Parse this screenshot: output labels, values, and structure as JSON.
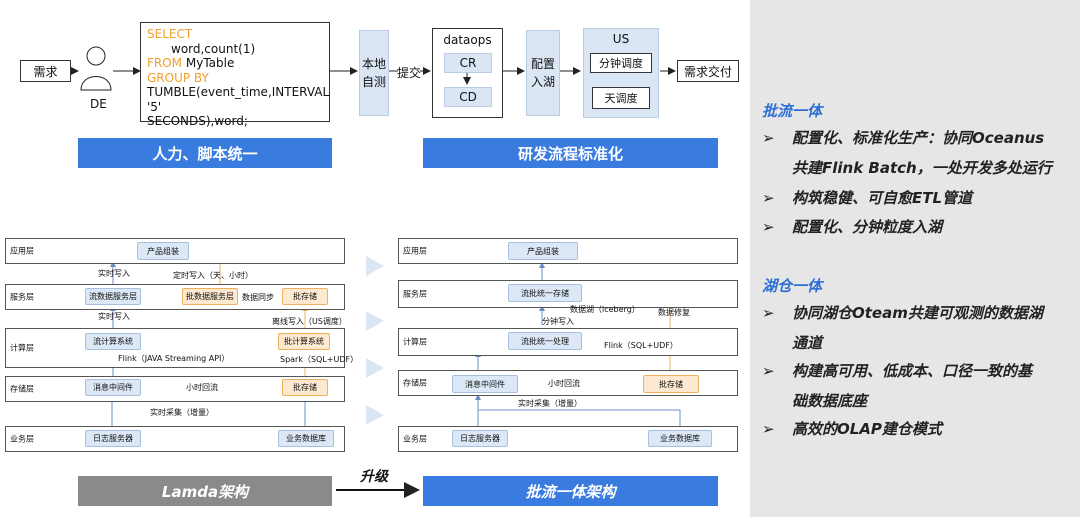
{
  "flow": {
    "demand": "需求",
    "de": "DE",
    "sql": {
      "select": "SELECT",
      "cols": "word,count(1)",
      "from_kw": "FROM",
      "table": " MyTable",
      "group_kw": "GROUP BY",
      "tumble": "TUMBLE(event_time,INTERVAL '5'",
      "seconds": "SECONDS),word;"
    },
    "local_test": "本地\n自测",
    "submit": "提交",
    "dataops": "dataops",
    "cr": "CR",
    "cd": "CD",
    "config_lake": "配置\n入湖",
    "us": "US",
    "minute_sched": "分钟调度",
    "day_sched": "天调度",
    "deliver": "需求交付"
  },
  "banners": {
    "manpower": "人力、脚本统一",
    "rd_process": "研发流程标准化",
    "lambda": "Lamda架构",
    "unified": "批流一体架构",
    "upgrade": "升级"
  },
  "left_arch": {
    "layers": [
      "应用层",
      "服务层",
      "计算层",
      "存储层",
      "业务层"
    ],
    "product": "产品组装",
    "realtime_write": "实时写入",
    "scheduled_write": "定时写入（天、小时）",
    "stream_service": "流数据服务层",
    "batch_service": "批数据服务层",
    "data_sync": "数据同步",
    "batch_store": "批存储",
    "realtime_write2": "实时写入",
    "offline_write": "离线写入（US调度）",
    "stream_compute": "流计算系统",
    "batch_compute": "批计算系统",
    "flink": "Flink（JAVA Streaming API）",
    "spark": "Spark（SQL+UDF）",
    "mq": "消息中间件",
    "hour_backflow": "小时回流",
    "batch_store2": "批存储",
    "realtime_collect": "实时采集（增量）",
    "log_server": "日志服务器",
    "biz_db": "业务数据库"
  },
  "right_arch": {
    "layers": [
      "应用层",
      "服务层",
      "计算层",
      "存储层",
      "业务层"
    ],
    "product": "产品组装",
    "unified_store": "流批统一存储",
    "lake": "数据湖（iceberg）",
    "data_repair": "数据修复",
    "minute_write": "分钟写入",
    "unified_proc": "流批统一处理",
    "flink": "Flink（SQL+UDF）",
    "mq": "消息中间件",
    "hour_backflow": "小时回流",
    "batch_store": "批存储",
    "realtime_collect": "实时采集（增量）",
    "log_server": "日志服务器",
    "biz_db": "业务数据库"
  },
  "panel": {
    "title1": "批流一体",
    "items1": [
      "配置化、标准化生产：协同Oceanus",
      "共建Flink Batch，一处开发多处运行",
      "构筑稳健、可自愈ETL管道",
      "配置化、分钟粒度入湖"
    ],
    "title2": "湖仓一体",
    "items2": [
      "协同湖仓Oteam共建可观测的数据湖",
      "通道",
      "构建高可用、低成本、口径一致的基",
      "础数据底座",
      "高效的OLAP建仓模式"
    ],
    "bullet": "➢"
  },
  "colors": {
    "banner_blue": "#3a7be0",
    "banner_gray": "#8a8a8a",
    "accent": "#2e6fd6",
    "sql_orange": "#f0a030"
  }
}
